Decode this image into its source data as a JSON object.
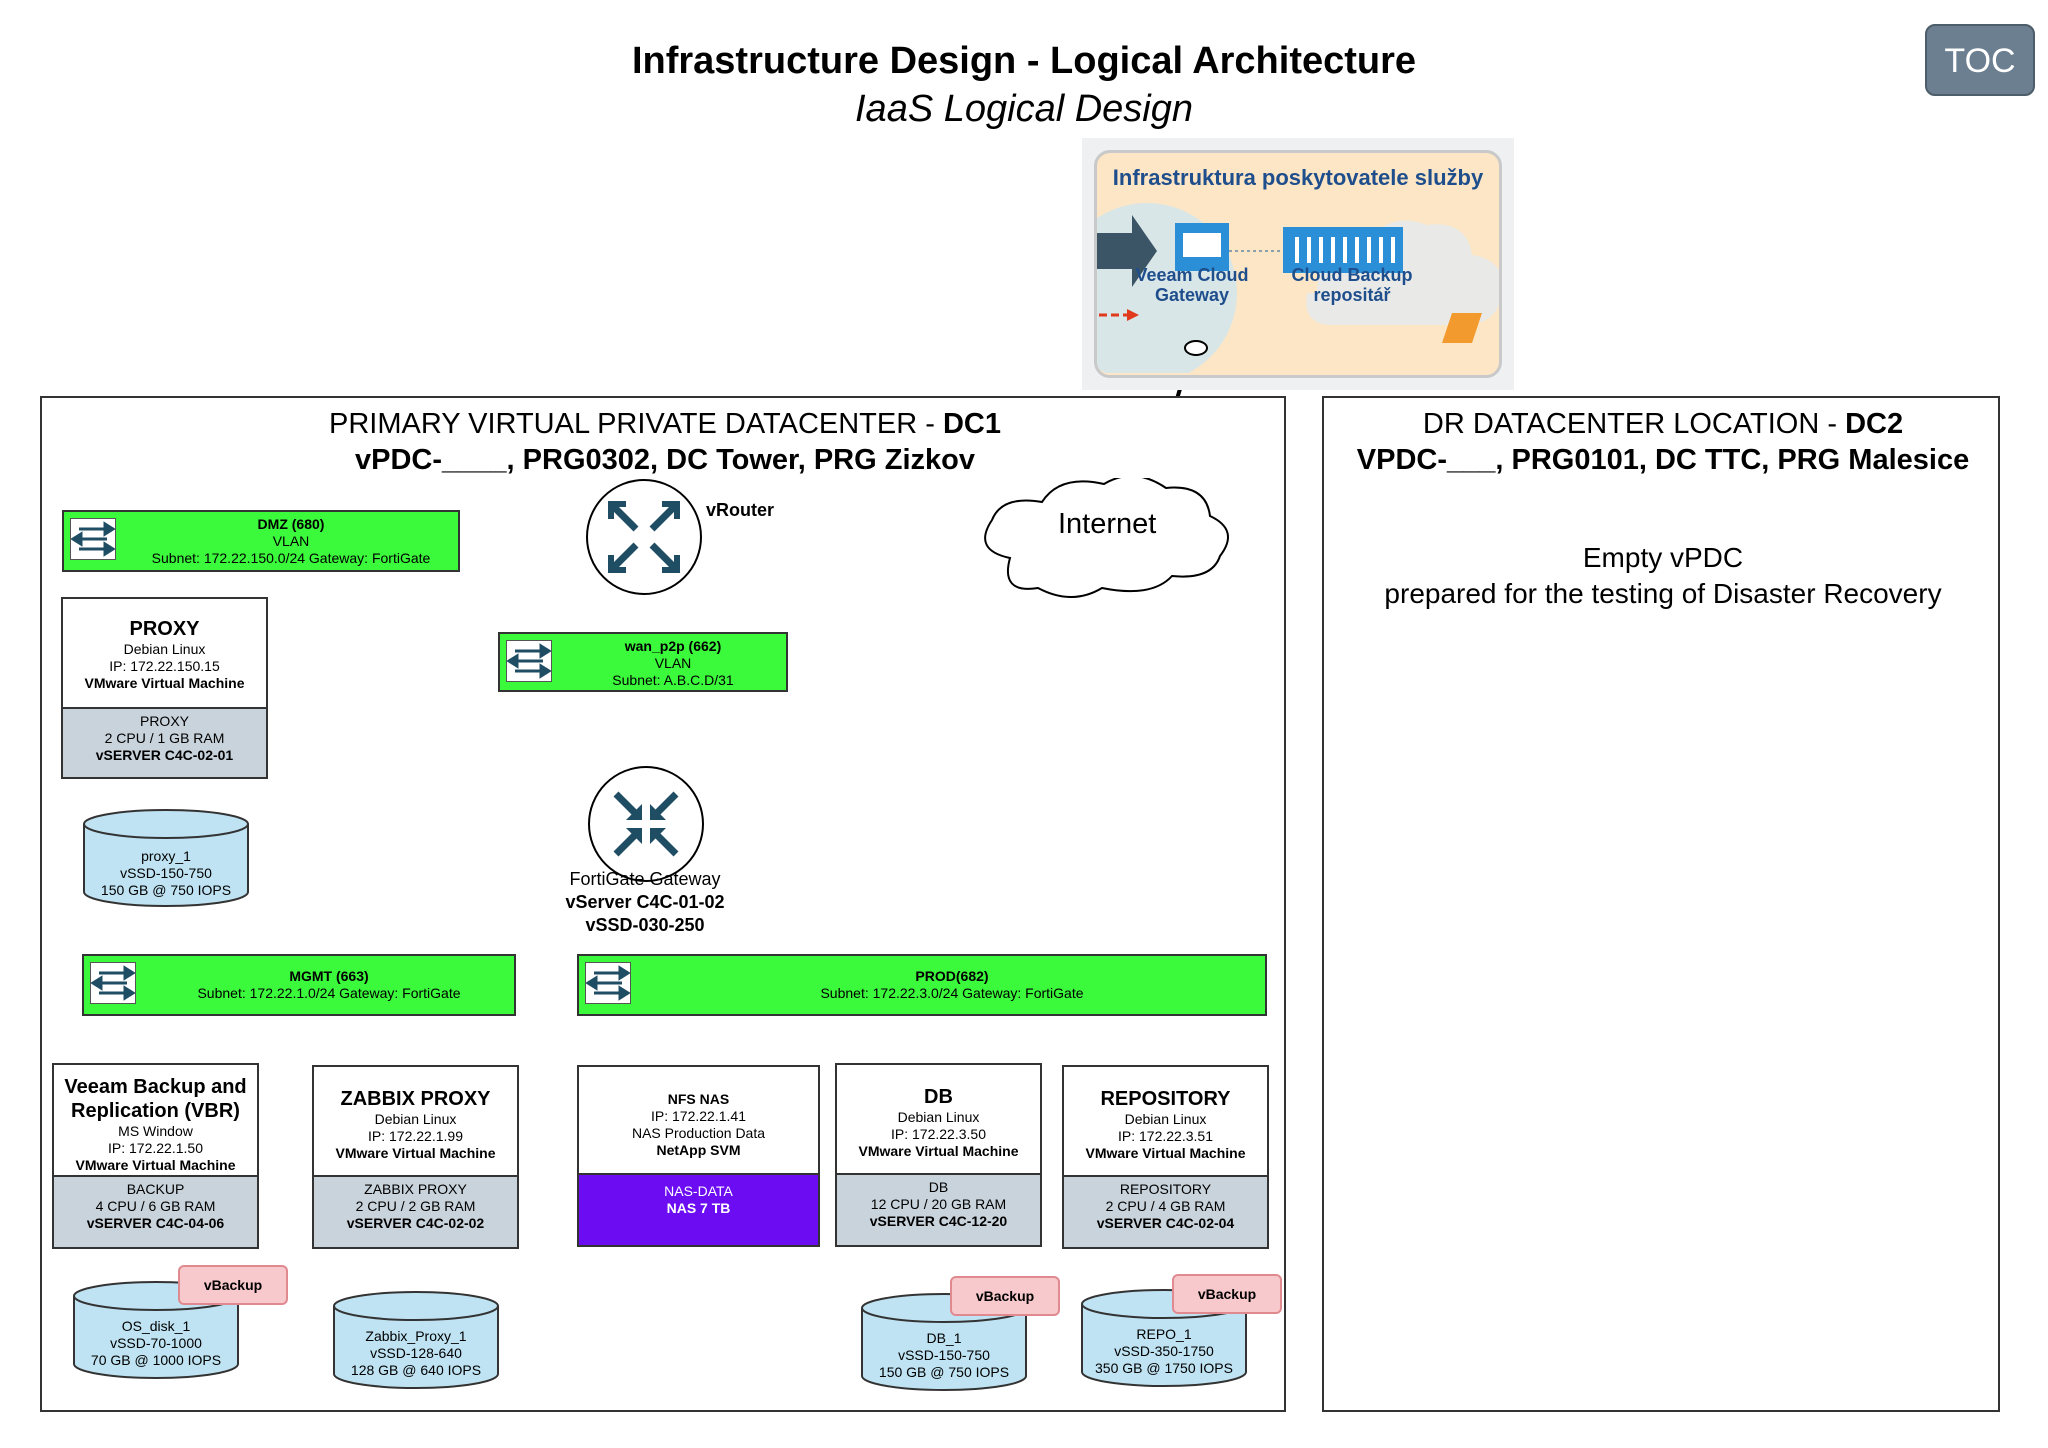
{
  "header": {
    "title": "Infrastructure Design - Logical Architecture",
    "subtitle": "IaaS Logical Design",
    "toc_label": "TOC"
  },
  "colors": {
    "vlan": "#3bf93b",
    "spec": "#c9d3db",
    "nas": "#6b0cf2",
    "disk": "#bfe3f2",
    "vbackup": "#f7c9cc",
    "router": "#1f4e64"
  },
  "iaas": {
    "heading": "Infrastruktura poskytovatele služby",
    "gateway_label_1": "Veeam Cloud",
    "gateway_label_2": "Gateway",
    "repo_label_1": "Cloud Backup",
    "repo_label_2": "repositář",
    "icons": [
      "arrow-icon",
      "gateway-icon",
      "repository-icon",
      "brand-logo-icon"
    ]
  },
  "dc1": {
    "title_prefix": "PRIMARY VIRTUAL PRIVATE DATACENTER - ",
    "title_bold": "DC1",
    "line2": "vPDC-____, PRG0302, DC Tower, PRG Zizkov"
  },
  "dc2": {
    "title_prefix": "DR DATACENTER LOCATION - ",
    "title_bold": "DC2",
    "line2": "VPDC-___, PRG0101, DC TTC, PRG Malesice",
    "empty_line1": "Empty vPDC",
    "empty_line2": "prepared for the testing of Disaster Recovery"
  },
  "internet": {
    "label": "Internet"
  },
  "vrouter": {
    "label": "vRouter"
  },
  "gateway": {
    "line1": "FortiGate Gateway",
    "line2": "vServer C4C-01-02",
    "line3": "vSSD-030-250"
  },
  "vlans": {
    "dmz": {
      "name": "DMZ (680)",
      "type": "VLAN",
      "subnet": "Subnet: 172.22.150.0/24 Gateway: FortiGate"
    },
    "wan": {
      "name": "wan_p2p (662)",
      "type": "VLAN",
      "subnet": "Subnet: A.B.C.D/31"
    },
    "mgmt": {
      "name": "MGMT (663)",
      "subnet": "Subnet: 172.22.1.0/24 Gateway: FortiGate"
    },
    "prod": {
      "name": "PROD(682)",
      "subnet": "Subnet: 172.22.3.0/24 Gateway: FortiGate"
    }
  },
  "vms": {
    "proxy": {
      "name": "PROXY",
      "os": "Debian Linux",
      "ip": "IP: 172.22.150.15",
      "kind": "VMware Virtual Machine",
      "spec_name": "PROXY",
      "spec_res": "2 CPU / 1 GB RAM",
      "spec_server": "vSERVER C4C-02-01"
    },
    "vbr": {
      "name1": "Veeam Backup and",
      "name2": "Replication (VBR)",
      "os": "MS Window",
      "ip": "IP: 172.22.1.50",
      "kind": "VMware Virtual Machine",
      "spec_name": "BACKUP",
      "spec_res": "4 CPU / 6 GB RAM",
      "spec_server": "vSERVER C4C-04-06"
    },
    "zabbix": {
      "name": "ZABBIX PROXY",
      "os": "Debian Linux",
      "ip": "IP: 172.22.1.99",
      "kind": "VMware Virtual Machine",
      "spec_name": "ZABBIX PROXY",
      "spec_res": "2 CPU / 2 GB RAM",
      "spec_server": "vSERVER C4C-02-02"
    },
    "nfs": {
      "name": "NFS NAS",
      "ip": "IP: 172.22.1.41",
      "desc": "NAS Production Data",
      "kind": "NetApp SVM",
      "spec_name": "NAS-DATA",
      "spec_size": "NAS 7 TB"
    },
    "db": {
      "name": "DB",
      "os": "Debian Linux",
      "ip": "IP: 172.22.3.50",
      "kind": "VMware Virtual Machine",
      "spec_name": "DB",
      "spec_res": "12 CPU / 20 GB RAM",
      "spec_server": "vSERVER C4C-12-20"
    },
    "repo": {
      "name": "REPOSITORY",
      "os": "Debian Linux",
      "ip": "IP: 172.22.3.51",
      "kind": "VMware Virtual Machine",
      "spec_name": "REPOSITORY",
      "spec_res": "2 CPU / 4 GB RAM",
      "spec_server": "vSERVER C4C-02-04"
    }
  },
  "disks": {
    "proxy": {
      "name": "proxy_1",
      "tier": "vSSD-150-750",
      "size": "150 GB @ 750 IOPS"
    },
    "vbr": {
      "name": "OS_disk_1",
      "tier": "vSSD-70-1000",
      "size": "70 GB @ 1000 IOPS"
    },
    "zabbix": {
      "name": "Zabbix_Proxy_1",
      "tier": "vSSD-128-640",
      "size": "128 GB @ 640 IOPS"
    },
    "db": {
      "name": "DB_1",
      "tier": "vSSD-150-750",
      "size": "150 GB @ 750 IOPS"
    },
    "repo": {
      "name": "REPO_1",
      "tier": "vSSD-350-1750",
      "size": "350 GB @ 1750 IOPS"
    }
  },
  "vbackup_label": "vBackup"
}
